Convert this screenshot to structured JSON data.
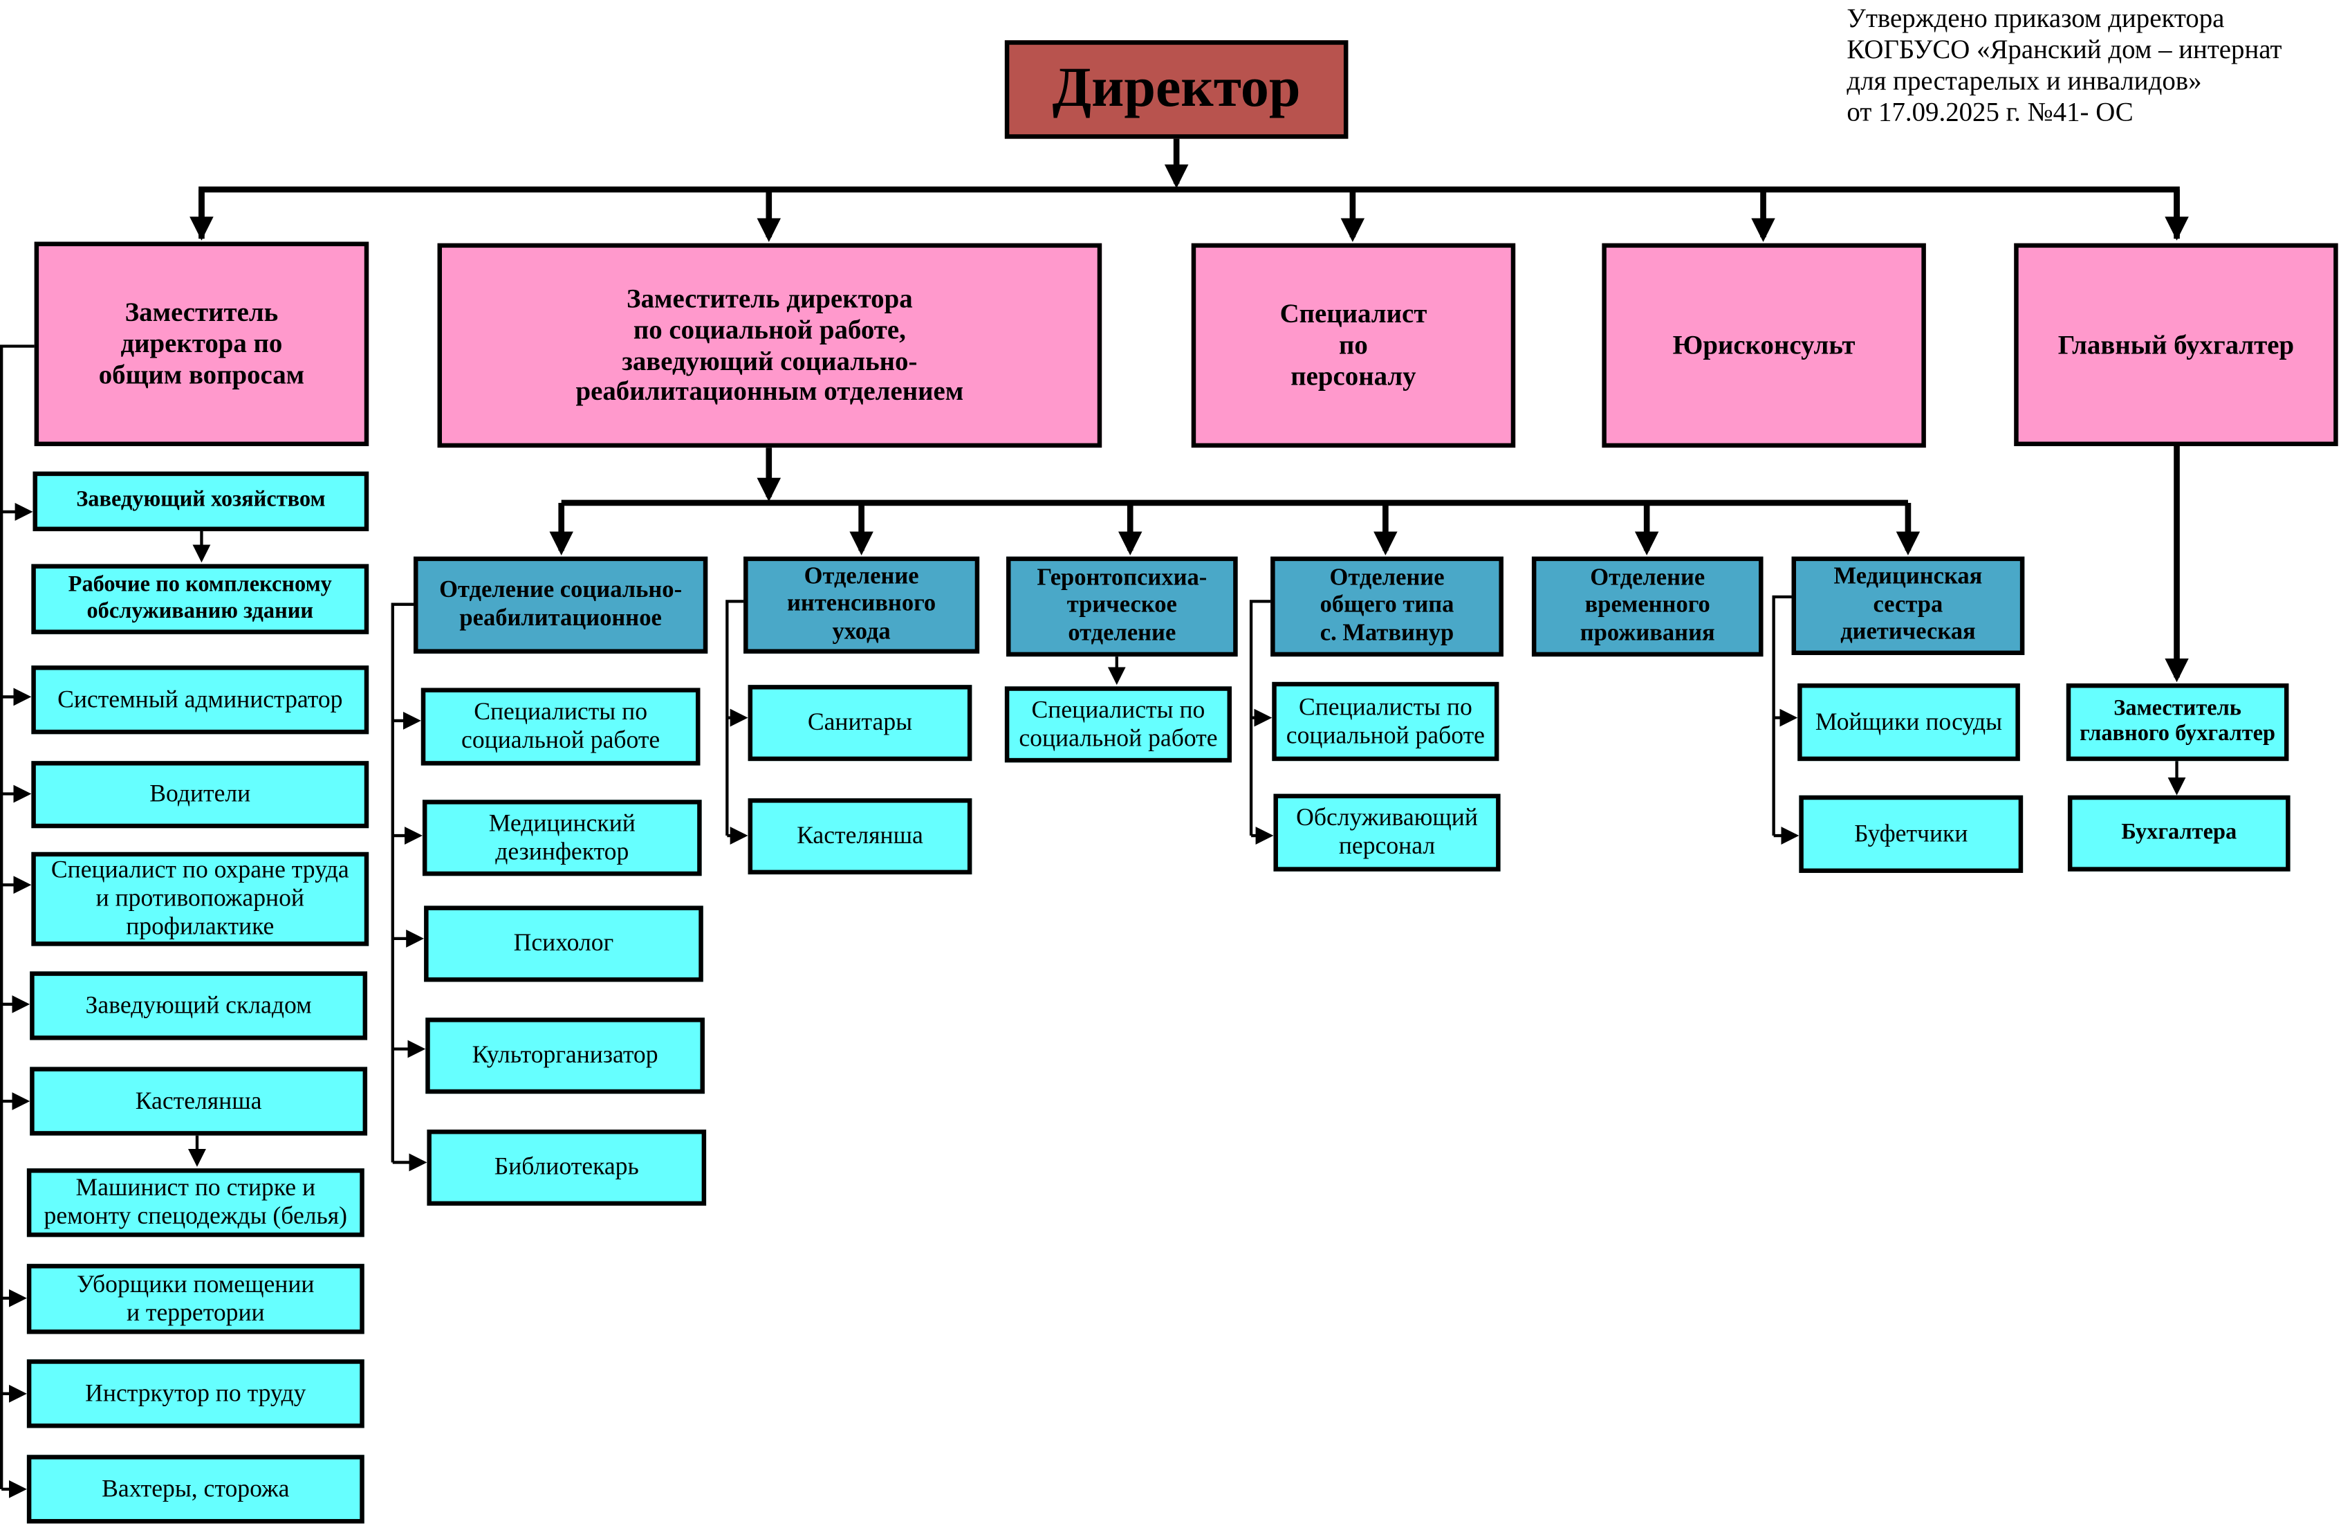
{
  "approval": "Утверждено приказом директора\nКОГБУСО «Яранский дом – интернат\nдля престарелых и инвалидов»\nот 17.09.2025 г. №41- ОС",
  "boxes": {
    "director": "Директор",
    "deputy_general": "Заместитель\nдиректора по\nобщим вопросам",
    "deputy_social": "Заместитель директора\nпо социальной работе,\nзаведующий социально-\nреабилитационным отделением",
    "hr_specialist": "Специалист\nпо\nперсоналу",
    "legal": "Юрисконсульт",
    "chief_accountant": "Главный бухгалтер",
    "household_head": "Заведующий хозяйством",
    "building_workers": "Рабочие по комплексному\nобслуживанию здании",
    "sysadmin": "Системный администратор",
    "drivers": "Водители",
    "safety_specialist": "Специалист по охране труда\nи противопожарной\nпрофилактике",
    "warehouse_head": "Заведующий складом",
    "linen_keeper_1": "Кастелянша",
    "laundry_operator": "Машинист по стирке и\nремонту спецодежды (белья)",
    "cleaners": "Уборщики помещении\nи терретории",
    "labor_instructor": "Инстркутор по труду",
    "guards": "Вахтеры, сторожа",
    "dept_rehab": "Отделение социально-\nреабилитационное",
    "dept_intensive": "Отделение\nинтенсивного\nухода",
    "dept_geronto": "Геронтопсихиа-\nтрическое\nотделение",
    "dept_general": "Отделение\nобщего типа\nс. Матвинур",
    "dept_temporary": "Отделение\nвременного\nпроживания",
    "diet_nurse": "Медицинская\nсестра\nдиетическая",
    "rehab_social": "Специалисты по\nсоциальной работе",
    "rehab_disinfector": "Медицинский\nдезинфектор",
    "rehab_psychologist": "Психолог",
    "rehab_culture": "Культорганизатор",
    "rehab_librarian": "Библиотекарь",
    "intensive_orderlies": "Санитары",
    "intensive_linen": "Кастелянша",
    "geronto_social": "Специалисты по\nсоциальной работе",
    "general_social": "Специалисты по\nсоциальной работе",
    "general_service": "Обслуживающий\nперсонал",
    "dishwashers": "Мойщики посуды",
    "bartenders": "Буфетчики",
    "deputy_chief_accountant": "Заместитель\nглавного бухгалтер",
    "accountants": "Бухгалтера"
  },
  "colors": {
    "director": "#b8534e",
    "level1": "#ff99cc",
    "department": "#4aa8c8",
    "staff": "#66ffff"
  }
}
